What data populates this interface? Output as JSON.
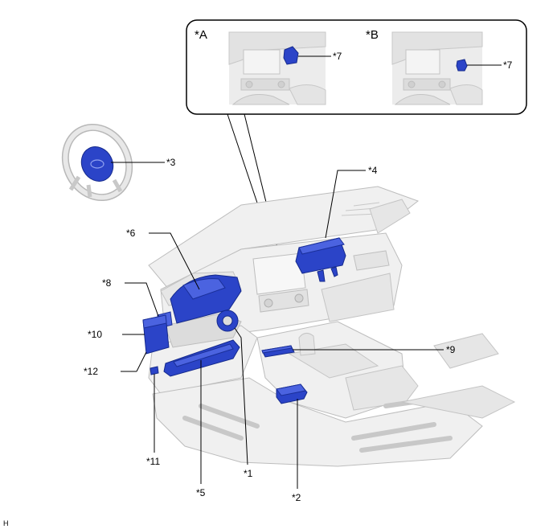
{
  "inset_a": {
    "title": "*A",
    "callout": "*7"
  },
  "inset_b": {
    "title": "*B",
    "callout": "*7"
  },
  "callouts": {
    "c1": "*1",
    "c2": "*2",
    "c3": "*3",
    "c4": "*4",
    "c5": "*5",
    "c6": "*6",
    "c8": "*8",
    "c9": "*9",
    "c10": "*10",
    "c11": "*11",
    "c12": "*12"
  },
  "corner_mark": "H",
  "colors": {
    "component": "#2b44c8",
    "body": "#f0f0f0",
    "outline": "#000000"
  }
}
